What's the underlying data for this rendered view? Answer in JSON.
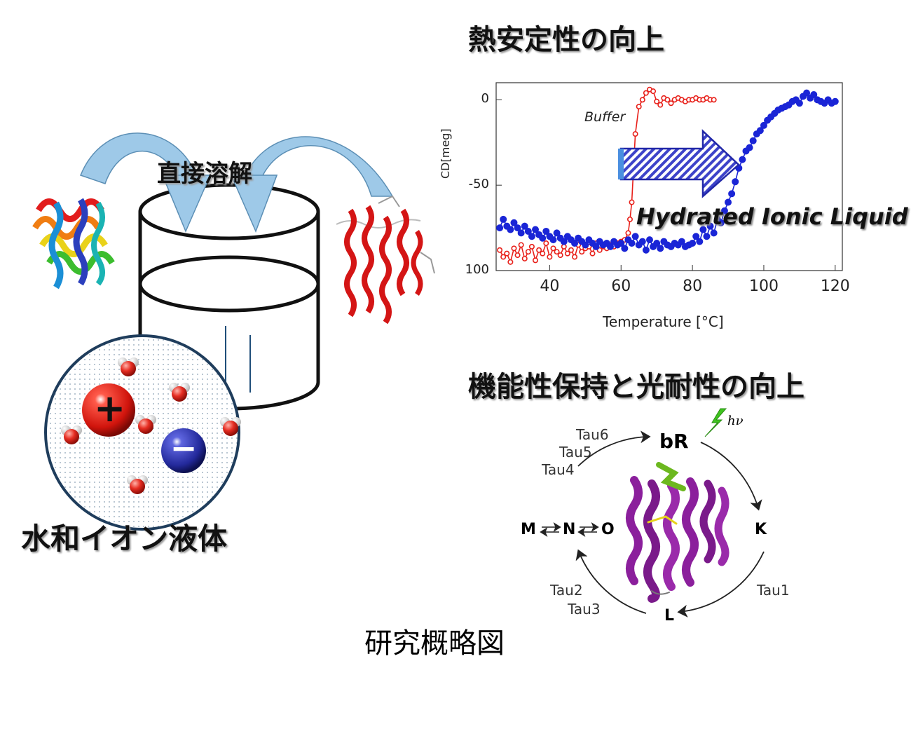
{
  "headings": {
    "thermal_stability": "熱安定性の向上",
    "direct_dissolution": "直接溶解",
    "hydrated_ionic_liquid_jp": "水和イオン液体",
    "function_and_light_resistance": "機能性保持と光耐性の向上"
  },
  "caption": "研究概略図",
  "ions": {
    "cation_symbol": "+",
    "anion_symbol": "−"
  },
  "photocycle": {
    "center": "bR",
    "light": "hν",
    "states": {
      "K": "K",
      "L": "L",
      "M": "M",
      "N": "N",
      "O": "O"
    },
    "taus": [
      "Tau1",
      "Tau2",
      "Tau3",
      "Tau4",
      "Tau5",
      "Tau6"
    ]
  },
  "colors": {
    "buffer": "#e8201a",
    "ionic_liquid": "#1a25d6",
    "arrow_fill": "#3d43c9",
    "bowl_arrow": "#9ec9e8",
    "bR_protein": "#8b1f9c"
  },
  "chart_data": {
    "type": "scatter",
    "title": "",
    "xlabel": "Temperature [°C]",
    "ylabel": "CD[meg]",
    "xlim": [
      25,
      122
    ],
    "ylim": [
      -100,
      10
    ],
    "xticks": [
      40,
      60,
      80,
      100,
      120
    ],
    "yticks": [
      0,
      -50,
      -100
    ],
    "ytick_labels": [
      "0",
      "-50",
      "100"
    ],
    "annotations": [
      "Buffer",
      "Hydrated Ionic Liquid"
    ],
    "series": [
      {
        "name": "Buffer",
        "x": [
          26,
          27,
          28,
          29,
          30,
          31,
          32,
          33,
          34,
          35,
          36,
          37,
          38,
          39,
          40,
          41,
          42,
          43,
          44,
          45,
          46,
          47,
          48,
          49,
          50,
          51,
          52,
          53,
          54,
          55,
          56,
          57,
          58,
          59,
          60,
          61,
          62,
          62.5,
          63,
          63.5,
          64,
          65,
          66,
          67,
          68,
          69,
          70,
          71,
          72,
          73,
          74,
          75,
          76,
          77,
          78,
          79,
          80,
          81,
          82,
          83,
          84,
          85,
          86
        ],
        "y": [
          -88,
          -92,
          -90,
          -95,
          -87,
          -91,
          -85,
          -93,
          -89,
          -86,
          -94,
          -88,
          -90,
          -84,
          -92,
          -87,
          -89,
          -91,
          -86,
          -90,
          -88,
          -92,
          -85,
          -89,
          -87,
          -86,
          -90,
          -84,
          -88,
          -86,
          -87,
          -85,
          -86,
          -84,
          -83,
          -82,
          -78,
          -70,
          -60,
          -40,
          -20,
          -4,
          0,
          4,
          6,
          5,
          -1,
          -3,
          1,
          0,
          -2,
          0,
          1,
          0,
          -1,
          0,
          0,
          1,
          0,
          0,
          1,
          0,
          0
        ]
      },
      {
        "name": "Hydrated Ionic Liquid",
        "x": [
          26,
          27,
          28,
          29,
          30,
          31,
          32,
          33,
          34,
          35,
          36,
          37,
          38,
          39,
          40,
          41,
          42,
          43,
          44,
          45,
          46,
          47,
          48,
          49,
          50,
          51,
          52,
          53,
          54,
          55,
          56,
          57,
          58,
          59,
          60,
          61,
          62,
          63,
          64,
          65,
          66,
          67,
          68,
          69,
          70,
          71,
          72,
          73,
          74,
          75,
          76,
          77,
          78,
          79,
          80,
          81,
          82,
          83,
          84,
          85,
          86,
          87,
          88,
          89,
          90,
          91,
          92,
          93,
          94,
          95,
          96,
          97,
          98,
          99,
          100,
          101,
          102,
          103,
          104,
          105,
          106,
          107,
          108,
          109,
          110,
          111,
          112,
          113,
          114,
          115,
          116,
          117,
          118,
          119,
          120
        ],
        "y": [
          -75,
          -70,
          -74,
          -76,
          -72,
          -75,
          -78,
          -74,
          -77,
          -80,
          -76,
          -79,
          -81,
          -77,
          -80,
          -82,
          -78,
          -81,
          -83,
          -80,
          -82,
          -84,
          -81,
          -83,
          -85,
          -82,
          -84,
          -86,
          -83,
          -85,
          -84,
          -86,
          -83,
          -85,
          -84,
          -87,
          -82,
          -84,
          -80,
          -85,
          -83,
          -88,
          -82,
          -86,
          -84,
          -87,
          -83,
          -85,
          -86,
          -84,
          -85,
          -83,
          -86,
          -85,
          -84,
          -80,
          -83,
          -76,
          -80,
          -74,
          -78,
          -70,
          -72,
          -65,
          -60,
          -55,
          -48,
          -40,
          -35,
          -30,
          -28,
          -24,
          -20,
          -18,
          -15,
          -12,
          -10,
          -8,
          -6,
          -5,
          -4,
          -3,
          -1,
          0,
          -2,
          2,
          4,
          1,
          3,
          0,
          -1,
          -2,
          0,
          -2,
          -1
        ]
      }
    ]
  }
}
